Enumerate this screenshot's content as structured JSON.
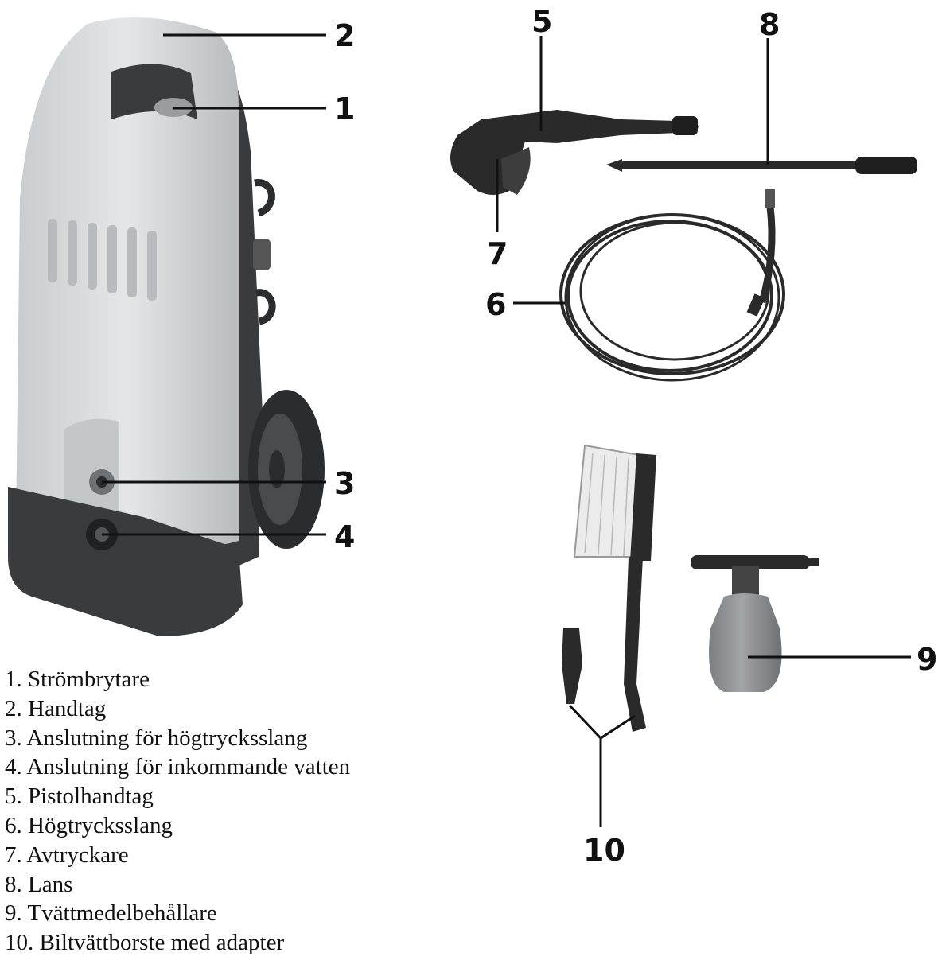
{
  "callouts": {
    "c1": "1",
    "c2": "2",
    "c3": "3",
    "c4": "4",
    "c5": "5",
    "c6": "6",
    "c7": "7",
    "c8": "8",
    "c9": "9",
    "c10": "10"
  },
  "legend": [
    "1.  Strömbrytare",
    "2.  Handtag",
    "3.  Anslutning för högtrycksslang",
    "4.  Anslutning för inkommande vatten",
    "5.  Pistolhandtag",
    "6.  Högtrycksslang",
    "7.  Avtryckare",
    "8.  Lans",
    "9.  Tvättmedelbehållare",
    "10. Biltvättborste med adapter"
  ],
  "colors": {
    "body_light": "#d9dcdd",
    "body_dark": "#3a3b3d",
    "accessory_dark": "#2a2a2a",
    "bottle_grey": "#8a8d8f",
    "bristles": "#ebebeb"
  }
}
